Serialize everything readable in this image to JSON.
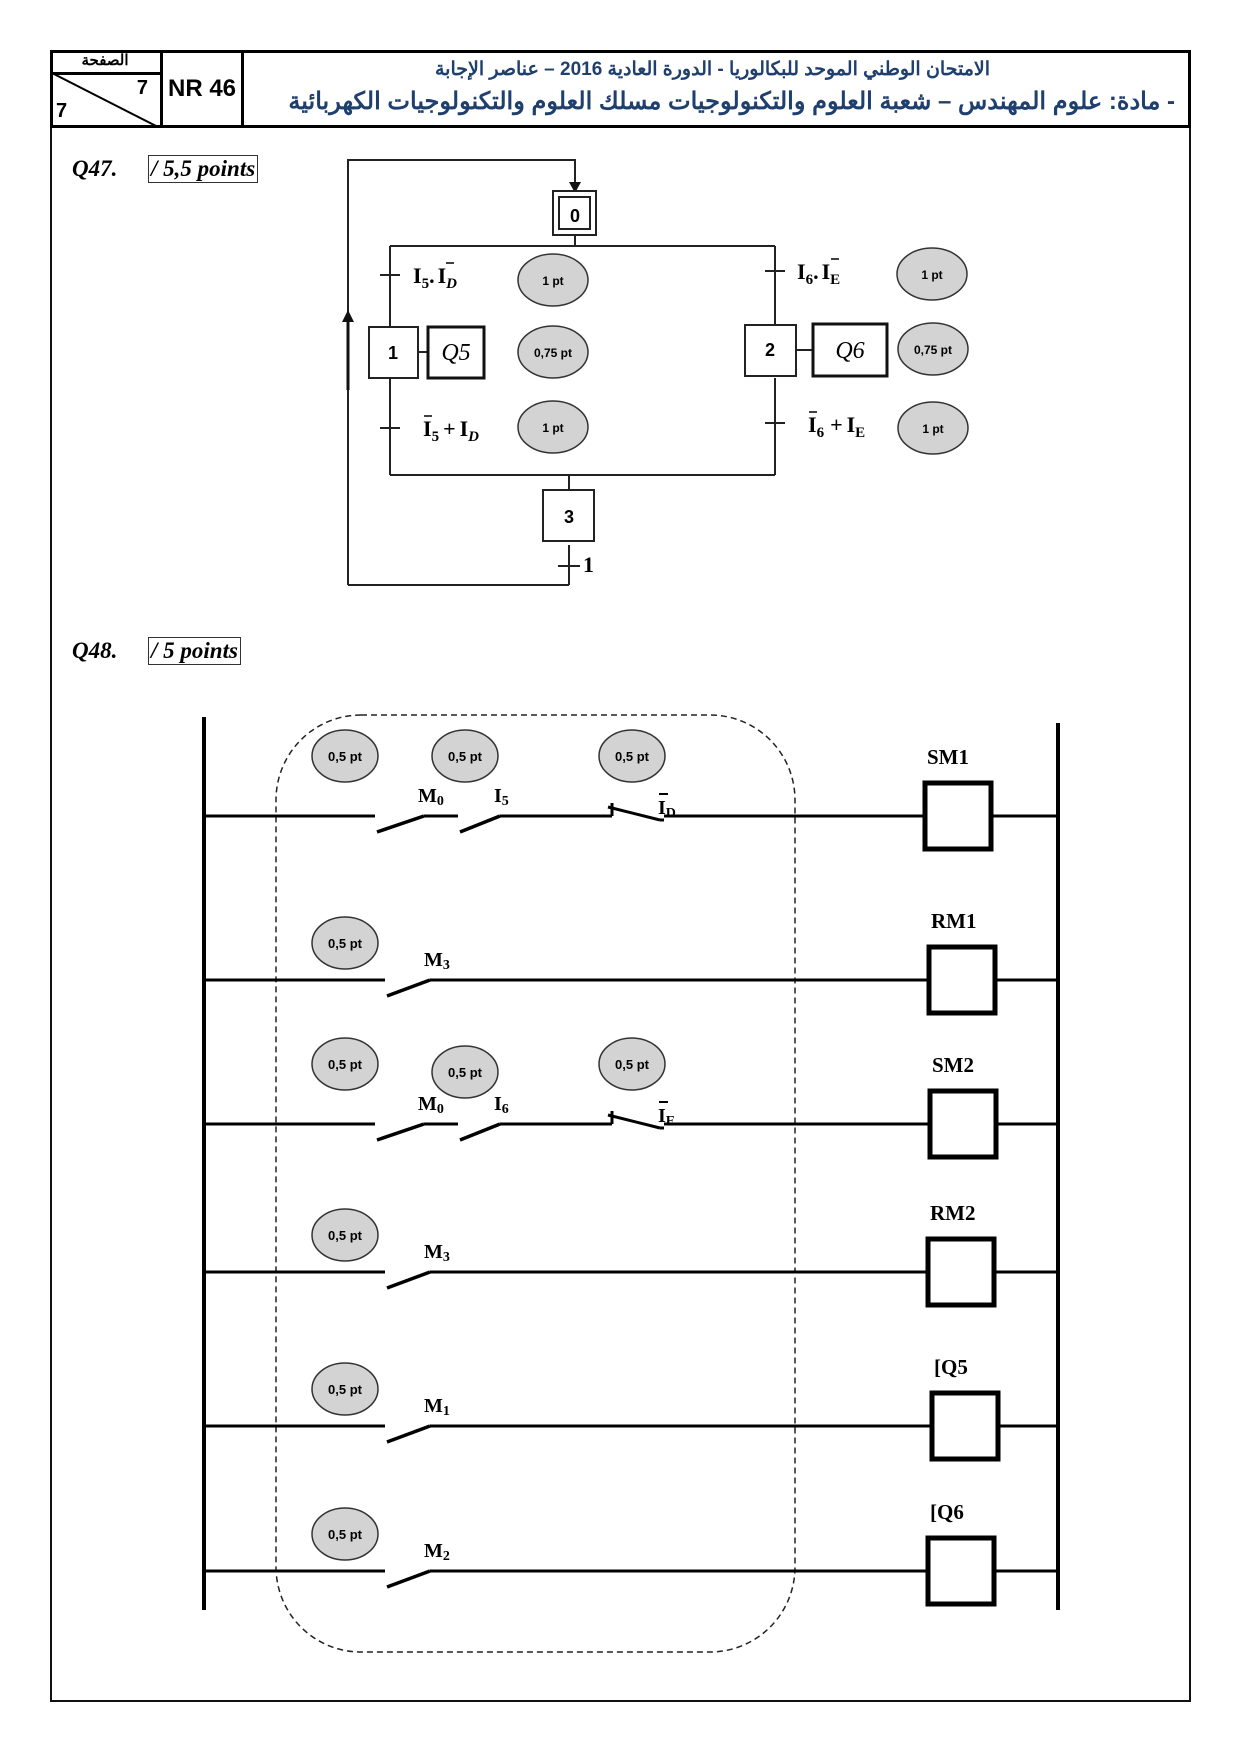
{
  "header": {
    "page_label": "الصفحة",
    "page_current": "7",
    "page_total": "7",
    "code": "NR 46",
    "title_line1": "الامتحان الوطني الموحد للبكالوريا - الدورة العادية  2016 – عناصر الإجابة",
    "title_line2": "- مادة: علوم المهندس – شعبة العلوم والتكنولوجيات مسلك العلوم والتكنولوجيات الكهربائية"
  },
  "q47": {
    "label": "Q47.",
    "points": "/ 5,5 points",
    "grafcet": {
      "steps": [
        {
          "id": "0",
          "initial": true
        },
        {
          "id": "1",
          "action": "Q5"
        },
        {
          "id": "2",
          "action": "Q6"
        },
        {
          "id": "3"
        }
      ],
      "transitions": [
        {
          "from": "0",
          "to": "1",
          "condition_main": "I",
          "condition_sub": "5",
          "condition_op": ".",
          "condition2_main": "I",
          "condition2_sub": "D",
          "condition2_negated": true,
          "score": "1 pt"
        },
        {
          "from": "0",
          "to": "2",
          "condition_main": "I",
          "condition_sub": "6",
          "condition_op": ".",
          "condition2_main": "I",
          "condition2_sub": "E",
          "condition2_negated": true,
          "score": "1 pt"
        },
        {
          "from": "1",
          "to": "3",
          "condition_main": "I",
          "condition_sub": "5",
          "condition_negated": true,
          "condition_op": "+",
          "condition2_main": "I",
          "condition2_sub": "D",
          "score": "1 pt"
        },
        {
          "from": "2",
          "to": "3",
          "condition_main": "I",
          "condition_sub": "6",
          "condition_negated": true,
          "condition_op": "+",
          "condition2_main": "I",
          "condition2_sub": "E",
          "score": "1 pt"
        },
        {
          "from": "3",
          "to": "0",
          "condition": "1"
        }
      ],
      "action_scores": {
        "step1": "0,75 pt",
        "step2": "0,75 pt"
      }
    }
  },
  "q48": {
    "label": "Q48.",
    "points": "/ 5 points",
    "rungs": [
      {
        "coil": "SM1",
        "contacts": [
          {
            "name": "M",
            "sub": "0",
            "type": "NO",
            "score": "0,5 pt"
          },
          {
            "name": "I",
            "sub": "5",
            "type": "NO",
            "score": "0,5 pt"
          },
          {
            "name": "I",
            "sub": "D",
            "type": "NC",
            "negated": true,
            "score": "0,5 pt"
          }
        ]
      },
      {
        "coil": "RM1",
        "contacts": [
          {
            "name": "M",
            "sub": "3",
            "type": "NO",
            "score": "0,5 pt"
          }
        ]
      },
      {
        "coil": "SM2",
        "contacts": [
          {
            "name": "M",
            "sub": "0",
            "type": "NO",
            "score": "0,5 pt"
          },
          {
            "name": "I",
            "sub": "6",
            "type": "NO",
            "score": "0,5 pt"
          },
          {
            "name": "I",
            "sub": "E",
            "type": "NC",
            "negated": true,
            "score": "0,5 pt"
          }
        ]
      },
      {
        "coil": "RM2",
        "contacts": [
          {
            "name": "M",
            "sub": "3",
            "type": "NO",
            "score": "0,5 pt"
          }
        ]
      },
      {
        "coil": "[Q5",
        "contacts": [
          {
            "name": "M",
            "sub": "1",
            "type": "NO",
            "score": "0,5 pt"
          }
        ]
      },
      {
        "coil": "[Q6",
        "contacts": [
          {
            "name": "M",
            "sub": "2",
            "type": "NO",
            "score": "0,5 pt"
          }
        ]
      }
    ]
  },
  "colors": {
    "header_text": "#1f3f6e",
    "score_fill": "#d3d3d3"
  }
}
